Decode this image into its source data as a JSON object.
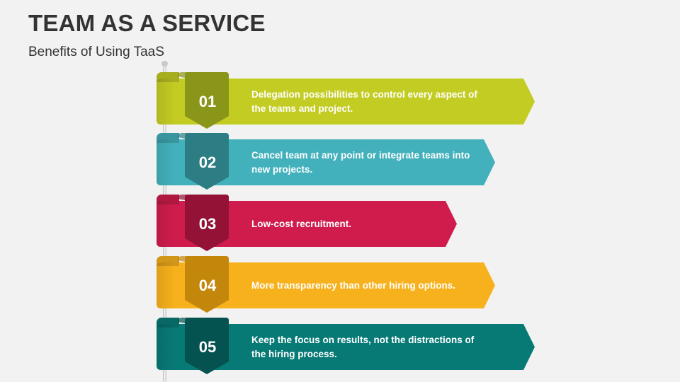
{
  "title": "TEAM AS A SERVICE",
  "subtitle": "Benefits of Using TaaS",
  "items": [
    {
      "number": "01",
      "text": "Delegation possibilities to control every aspect of the teams and project.",
      "color": "#c3cc23",
      "dark": "#8a961a"
    },
    {
      "number": "02",
      "text": "Cancel team at any point or integrate teams into new projects.",
      "color": "#43b1bc",
      "dark": "#2c7d84"
    },
    {
      "number": "03",
      "text": "Low-cost recruitment.",
      "color": "#cf1c4d",
      "dark": "#931236"
    },
    {
      "number": "04",
      "text": "More transparency than other hiring options.",
      "color": "#f7b11c",
      "dark": "#c3870c"
    },
    {
      "number": "05",
      "text": "Keep the focus on results, not the distractions of the hiring process.",
      "color": "#087a76",
      "dark": "#055350"
    }
  ]
}
